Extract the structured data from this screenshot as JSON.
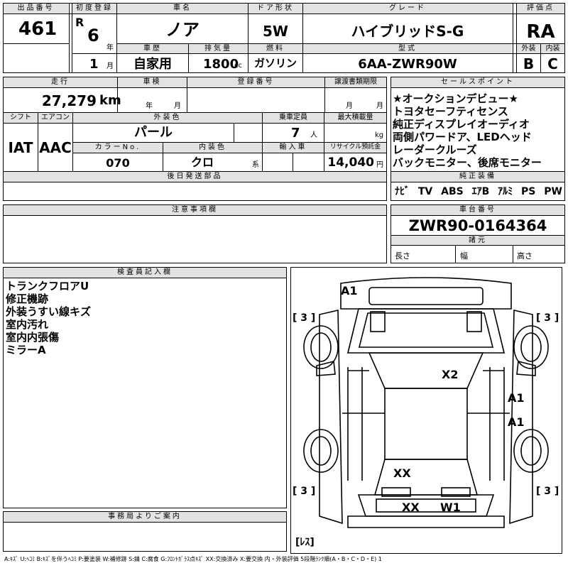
{
  "labels": {
    "lot_no": "出品番号",
    "first_reg": "初度登録",
    "car_name": "車名",
    "door": "ドア形状",
    "grade": "グレード",
    "score": "評価点",
    "history": "車歴",
    "displacement": "排気量",
    "fuel": "燃料",
    "model": "型式",
    "exterior": "外装",
    "interior": "内装",
    "year_unit": "年",
    "month_unit": "月",
    "cc_unit": "cc",
    "mileage": "走行",
    "inspection": "車検",
    "reg_no": "登録番号",
    "transfer_deadline": "譲渡書類期限",
    "sales_point": "セールスポイント",
    "shift": "シフト",
    "aircon": "エアコン",
    "ext_color": "外装色",
    "capacity": "乗車定員",
    "max_load": "最大積載量",
    "color_no": "カラーNo.",
    "int_color": "内装色",
    "import": "輸入車",
    "recycle": "リサイクル預託金",
    "later_parts": "後日発送部品",
    "genuine_equipment": "純正装備",
    "notes": "注意事項欄",
    "chassis_no": "車台番号",
    "specs": "諸元",
    "length": "長さ",
    "width": "幅",
    "height": "高さ",
    "inspector": "検査員記入欄",
    "office": "事務局よりご案内",
    "km_unit": "km",
    "person_unit": "人",
    "kg_unit": "kg",
    "yen_unit": "円",
    "kei_unit": "系"
  },
  "vehicle": {
    "lot_no": "461",
    "reg_era": "R",
    "reg_year": "6",
    "reg_month": "1",
    "name": "ノア",
    "door": "5W",
    "grade": "ハイブリッドS-G",
    "score": "RA",
    "history": "自家用",
    "displacement": "1800",
    "fuel": "ガソリン",
    "model": "6AA-ZWR90W",
    "exterior_grade": "B",
    "interior_grade": "C",
    "mileage": "27,279",
    "shift": "IAT",
    "aircon": "AAC",
    "ext_color": "パール",
    "capacity": "7",
    "color_no": "070",
    "int_color": "クロ",
    "recycle": "14,040",
    "chassis_no": "ZWR90-0164364"
  },
  "sales_points": [
    "★オークションデビュー★",
    "トヨタセーフティセンス",
    "純正ディスプレイオーディオ",
    "両側パワードア、LEDヘッド",
    "レーダークルーズ",
    "バックモニター、後席モニター"
  ],
  "equipment": [
    "ﾅﾋﾞ",
    "TV",
    "ABS",
    "ｴｱB",
    "ｱﾙﾐ",
    "PS",
    "PW"
  ],
  "inspector_notes": [
    "トランクフロアU",
    "修正機跡",
    "外装うすい線キズ",
    "室内汚れ",
    "室内内張傷",
    "ミラーA"
  ],
  "diagram": {
    "marks": {
      "a1_top": "A1",
      "x2": "X2",
      "a1_right1": "A1",
      "a1_right2": "A1",
      "xx_mid": "XX",
      "xx_bottom": "XX",
      "w1": "W1"
    },
    "tire_front_left": "[ 3 ]",
    "tire_front_right": "[ 3 ]",
    "tire_rear_left": "[ 3 ]",
    "tire_rear_right": "[ 3 ]",
    "spare": "[ﾚｽ]"
  },
  "legend": "A:ｷｽﾞ U:ﾍｺﾐ B:ｷｽﾞを伴うﾍｺﾐ P:要塗装 W:補修跡 S:錆 C:腐食 G:ﾌﾛﾝﾄｶﾞﾗｽ点ｷｽﾞ XX:交換済み X:要交換 内・外装評価 5段階ﾗﾝｸ順(A・B・C・D・E) 1"
}
